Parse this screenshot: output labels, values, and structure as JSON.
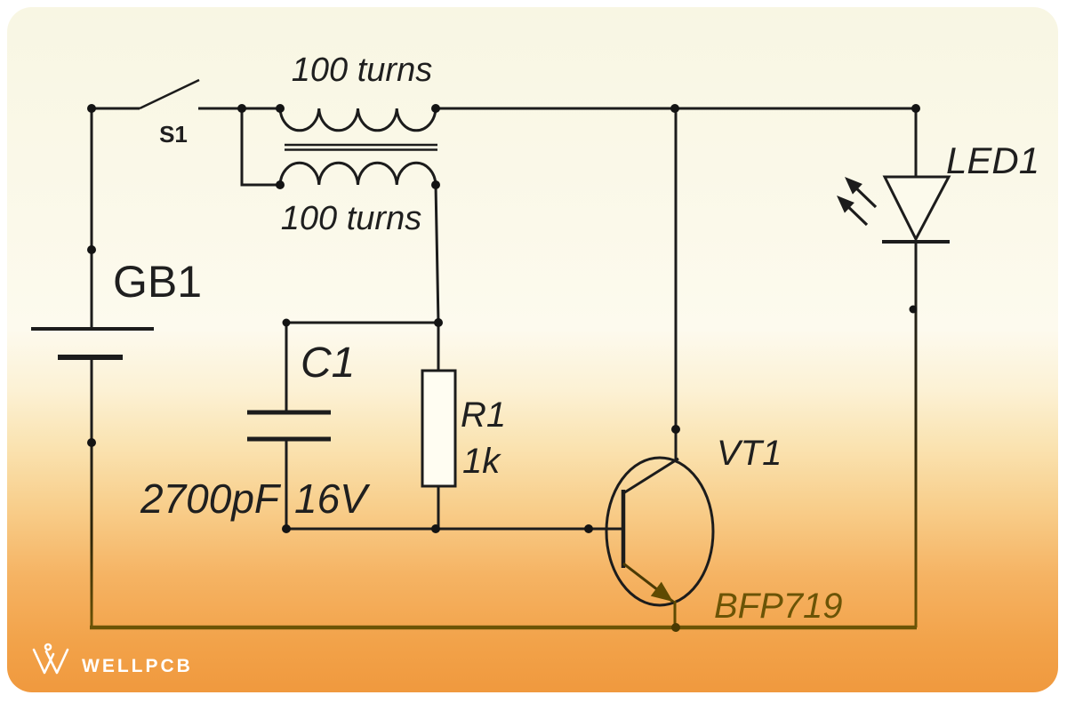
{
  "page": {
    "background": "#FFFFFF"
  },
  "card": {
    "gradient_top": "#F8F6E3",
    "gradient_bottom": "#F0993E",
    "corner_radius": 28
  },
  "schematic": {
    "wire_color": "#1C1C1C",
    "accent_wire_color": "#6B5406",
    "labels": {
      "turns_top": "100 turns",
      "turns_bottom": "100 turns",
      "switch": "S1",
      "battery": "GB1",
      "capacitor_name": "C1",
      "capacitor_value": "2700pF",
      "capacitor_voltage": "16V",
      "resistor_name": "R1",
      "resistor_value": "1k",
      "transistor_name": "VT1",
      "transistor_part": "BFP719",
      "led_name": "LED1"
    },
    "components": [
      {
        "type": "switch",
        "designator": "S1"
      },
      {
        "type": "battery",
        "designator": "GB1"
      },
      {
        "type": "transformer-winding",
        "value": "100 turns"
      },
      {
        "type": "transformer-winding",
        "value": "100 turns"
      },
      {
        "type": "capacitor",
        "designator": "C1",
        "value": "2700pF 16V"
      },
      {
        "type": "resistor",
        "designator": "R1",
        "value": "1k"
      },
      {
        "type": "npn-transistor",
        "designator": "VT1",
        "part": "BFP719"
      },
      {
        "type": "led",
        "designator": "LED1"
      }
    ]
  },
  "footer": {
    "brand": "WELLPCB",
    "logo_icon": "wellpcb-w-icon",
    "color": "#FFFFFF"
  }
}
